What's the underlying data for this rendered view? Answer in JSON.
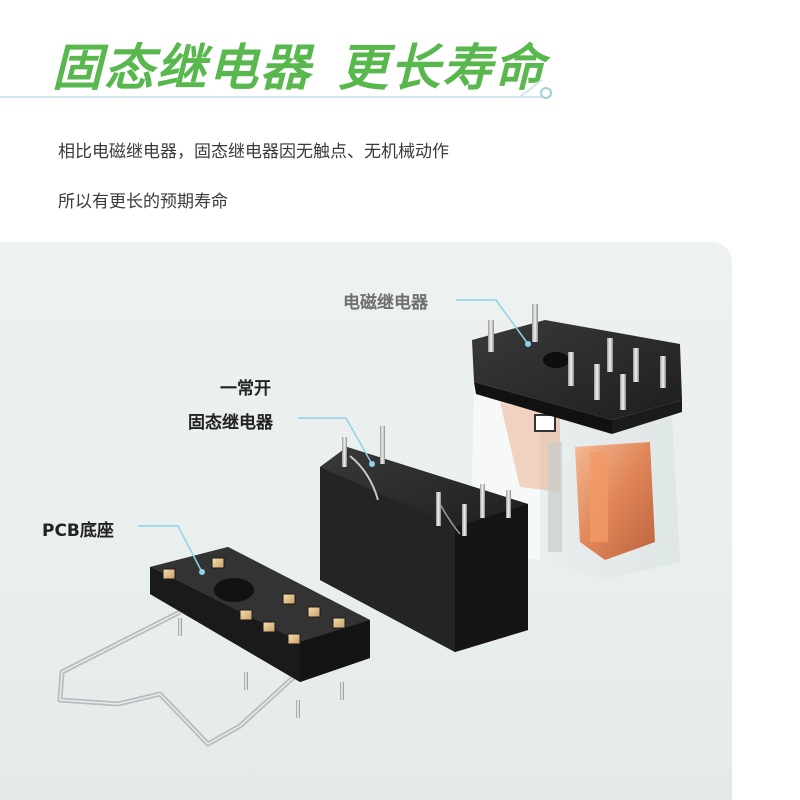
{
  "header": {
    "title_part1": "固态继电器",
    "title_part2": "更长寿命",
    "accent_color": "#58b84e"
  },
  "description": {
    "line1": "相比电磁继电器，固态继电器因无触点、无机械动作",
    "line2": "所以有更长的预期寿命"
  },
  "product_labels": {
    "electromagnetic_relay": "电磁继电器",
    "ssr_line1": "一常开",
    "ssr_line2": "固态继电器",
    "pcb_socket": "PCB底座"
  },
  "colors": {
    "leader_line": "#8fd2ea",
    "background_scene": "#eaf0ee"
  }
}
